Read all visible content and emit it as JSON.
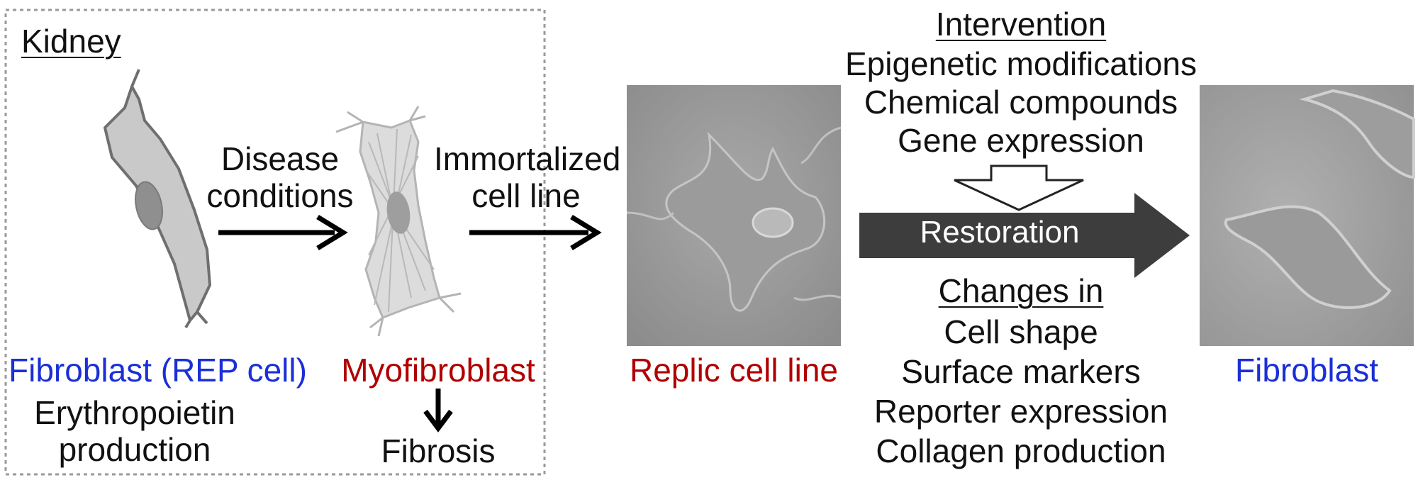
{
  "kidney_box": {
    "title": "Kidney",
    "fibroblast_label": "Fibroblast (REP cell)",
    "epo_line1": "Erythropoietin",
    "epo_line2": "production",
    "disease_line1": "Disease",
    "disease_line2": "conditions",
    "myofibroblast_label": "Myofibroblast",
    "fibrosis_label": "Fibrosis"
  },
  "immortalized": {
    "line1": "Immortalized",
    "line2": "cell line"
  },
  "replic_label": "Replic cell line",
  "intervention": {
    "heading": "Intervention",
    "items": [
      "Epigenetic modifications",
      "Chemical compounds",
      "Gene expression"
    ]
  },
  "restoration_label": "Restoration",
  "changes": {
    "heading": "Changes in",
    "items": [
      "Cell shape",
      "Surface markers",
      "Reporter expression",
      "Collagen production"
    ]
  },
  "fibroblast_result_label": "Fibroblast",
  "colors": {
    "blue_label": "#1a2fd6",
    "red_label": "#b00000",
    "restoration_arrow": "#3d3d3d",
    "cell_fill": "#c9c9c9",
    "nucleus_fill": "#8f8f8f"
  }
}
